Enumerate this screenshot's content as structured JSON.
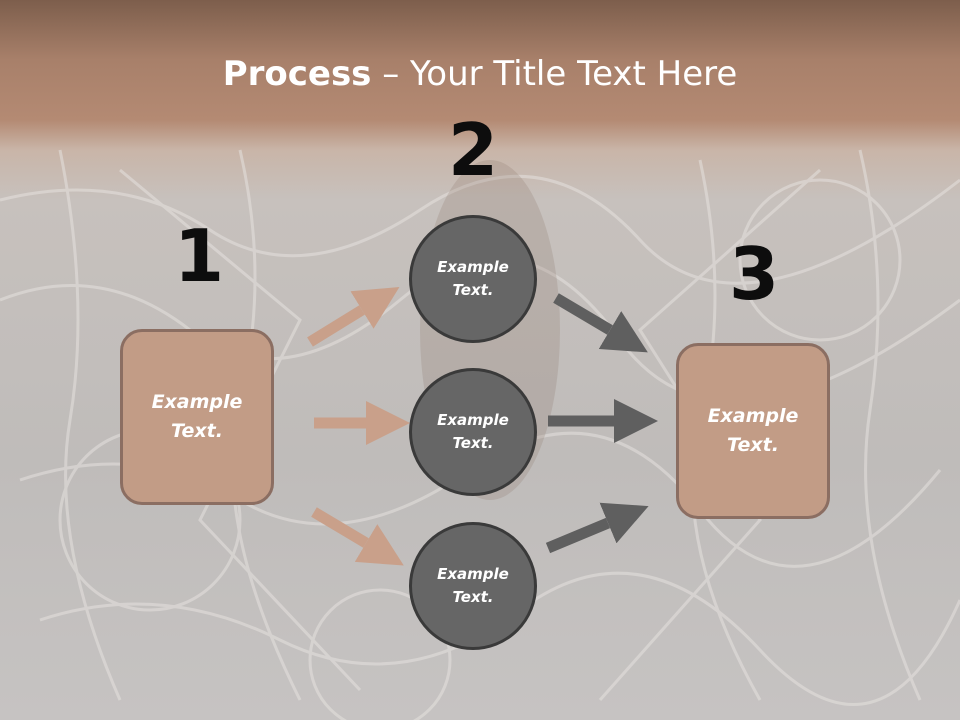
{
  "title": {
    "bold": "Process",
    "rest": " – Your Title Text Here"
  },
  "steps": [
    {
      "number": "1",
      "line1": "Example",
      "line2": "Text."
    },
    {
      "number": "2"
    },
    {
      "number": "3",
      "line1": "Example",
      "line2": "Text."
    }
  ],
  "circles": [
    {
      "line1": "Example",
      "line2": "Text."
    },
    {
      "line1": "Example",
      "line2": "Text."
    },
    {
      "line1": "Example",
      "line2": "Text."
    }
  ],
  "colors": {
    "box_fill": "#c29c86",
    "box_border": "#8b6e62",
    "circle_fill": "#666666",
    "arrow_in": "#c9a08a",
    "arrow_out": "#5f5f5f"
  }
}
